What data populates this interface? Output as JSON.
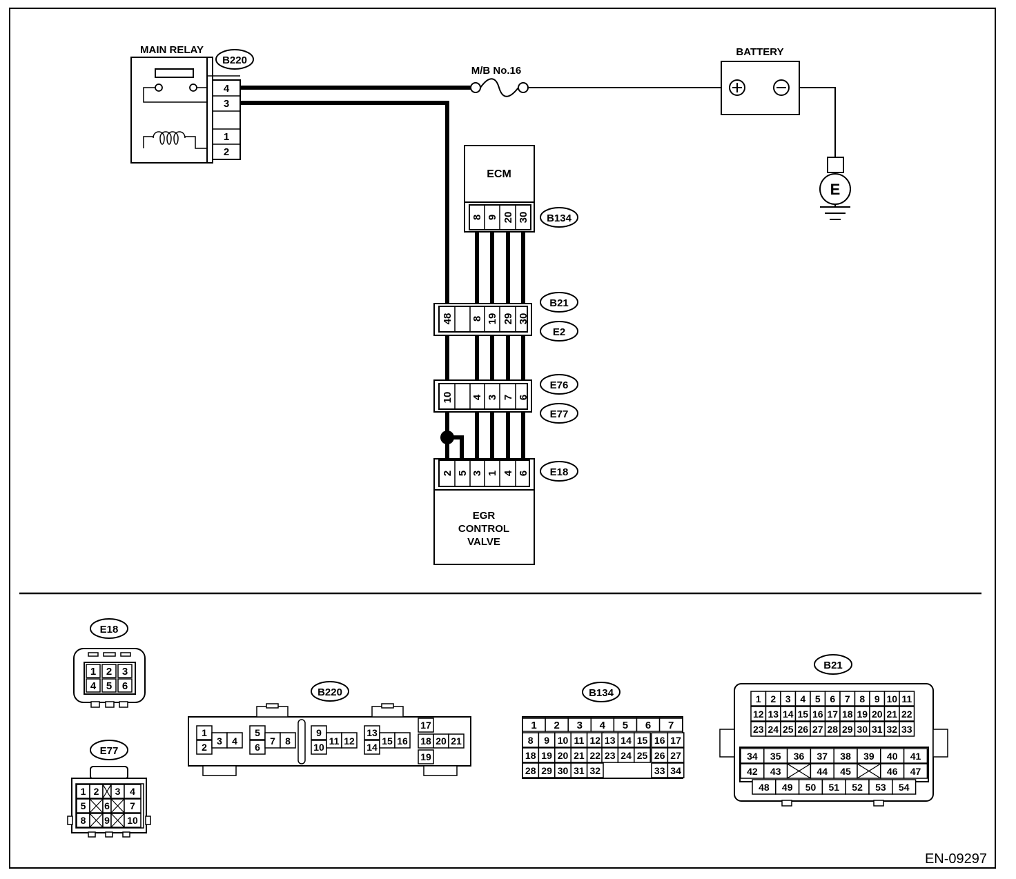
{
  "diagram_id": "EN-09297",
  "components": {
    "main_relay": {
      "label": "MAIN RELAY",
      "connector": "B220",
      "pins": [
        "4",
        "3",
        "1",
        "2"
      ]
    },
    "fuse": {
      "label": "M/B No.16"
    },
    "battery": {
      "label": "BATTERY"
    },
    "ground": {
      "label": "E"
    },
    "ecm": {
      "label": "ECM",
      "connector": "B134",
      "pins": [
        "8",
        "9",
        "20",
        "30"
      ]
    },
    "b21_e2": {
      "connector_top": "B21",
      "connector_bottom": "E2",
      "pins": [
        "48",
        "",
        "8",
        "19",
        "29",
        "30"
      ]
    },
    "e76_e77": {
      "connector_top": "E76",
      "connector_bottom": "E77",
      "pins": [
        "10",
        "",
        "4",
        "3",
        "7",
        "6"
      ]
    },
    "egr": {
      "label_lines": [
        "EGR",
        "CONTROL",
        "VALVE"
      ],
      "connector": "E18",
      "pins": [
        "2",
        "5",
        "3",
        "1",
        "4",
        "6"
      ]
    }
  },
  "connector_views": {
    "e18": {
      "name": "E18",
      "rows": [
        [
          "1",
          "2",
          "3"
        ],
        [
          "4",
          "5",
          "6"
        ]
      ]
    },
    "e77": {
      "name": "E77",
      "rows": [
        [
          "1",
          "2",
          "",
          "3",
          "4"
        ],
        [
          "5",
          "",
          "6",
          "",
          "7"
        ],
        [
          "8",
          "",
          "9",
          "",
          "10"
        ]
      ]
    },
    "b220": {
      "name": "B220",
      "pins": [
        "1",
        "2",
        "3",
        "4",
        "5",
        "6",
        "7",
        "8",
        "9",
        "10",
        "11",
        "12",
        "13",
        "14",
        "15",
        "16",
        "17",
        "18",
        "19",
        "20",
        "21"
      ]
    },
    "b134": {
      "name": "B134",
      "rows": [
        [
          "1",
          "2",
          "3",
          "4",
          "5",
          "6",
          "7"
        ],
        [
          "8",
          "9",
          "10",
          "11",
          "12",
          "13",
          "14",
          "15",
          "16",
          "17"
        ],
        [
          "18",
          "19",
          "20",
          "21",
          "22",
          "23",
          "24",
          "25",
          "26",
          "27"
        ],
        [
          "28",
          "29",
          "30",
          "31",
          "32",
          "33",
          "34"
        ]
      ]
    },
    "b21": {
      "name": "B21",
      "rows": [
        [
          "1",
          "2",
          "3",
          "4",
          "5",
          "6",
          "7",
          "8",
          "9",
          "10",
          "11"
        ],
        [
          "12",
          "13",
          "14",
          "15",
          "16",
          "17",
          "18",
          "19",
          "20",
          "21",
          "22"
        ],
        [
          "23",
          "24",
          "25",
          "26",
          "27",
          "28",
          "29",
          "30",
          "31",
          "32",
          "33"
        ],
        [
          "34",
          "35",
          "36",
          "37",
          "38",
          "39",
          "40",
          "41"
        ],
        [
          "42",
          "43",
          "44",
          "45",
          "46",
          "47"
        ],
        [
          "48",
          "49",
          "50",
          "51",
          "52",
          "53",
          "54"
        ]
      ]
    }
  }
}
